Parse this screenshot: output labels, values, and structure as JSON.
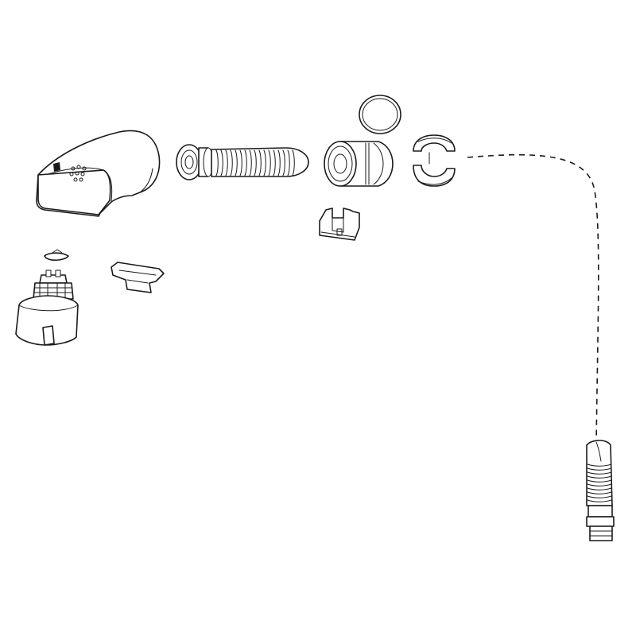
{
  "diagram": {
    "type": "exploded-parts-view",
    "background": "#ffffff",
    "line_color": "#1a1a1a",
    "parts": [
      {
        "id": "spray-head",
        "icon": "spray-head-shell"
      },
      {
        "id": "hose-connector-spring",
        "icon": "spring-connector"
      },
      {
        "id": "o-ring",
        "icon": "o-ring"
      },
      {
        "id": "quick-connect-body",
        "icon": "coupling-body"
      },
      {
        "id": "split-collar",
        "icon": "split-collar"
      },
      {
        "id": "retaining-clip",
        "icon": "u-clip"
      },
      {
        "id": "gasket",
        "icon": "small-gasket"
      },
      {
        "id": "spray-insert",
        "icon": "insert-plate"
      },
      {
        "id": "cartridge-valve",
        "icon": "cartridge"
      },
      {
        "id": "hose-end-fitting",
        "icon": "hose-fitting"
      }
    ],
    "connector": {
      "style": "dashed",
      "from": "split-collar",
      "to": "hose-end-fitting"
    }
  }
}
